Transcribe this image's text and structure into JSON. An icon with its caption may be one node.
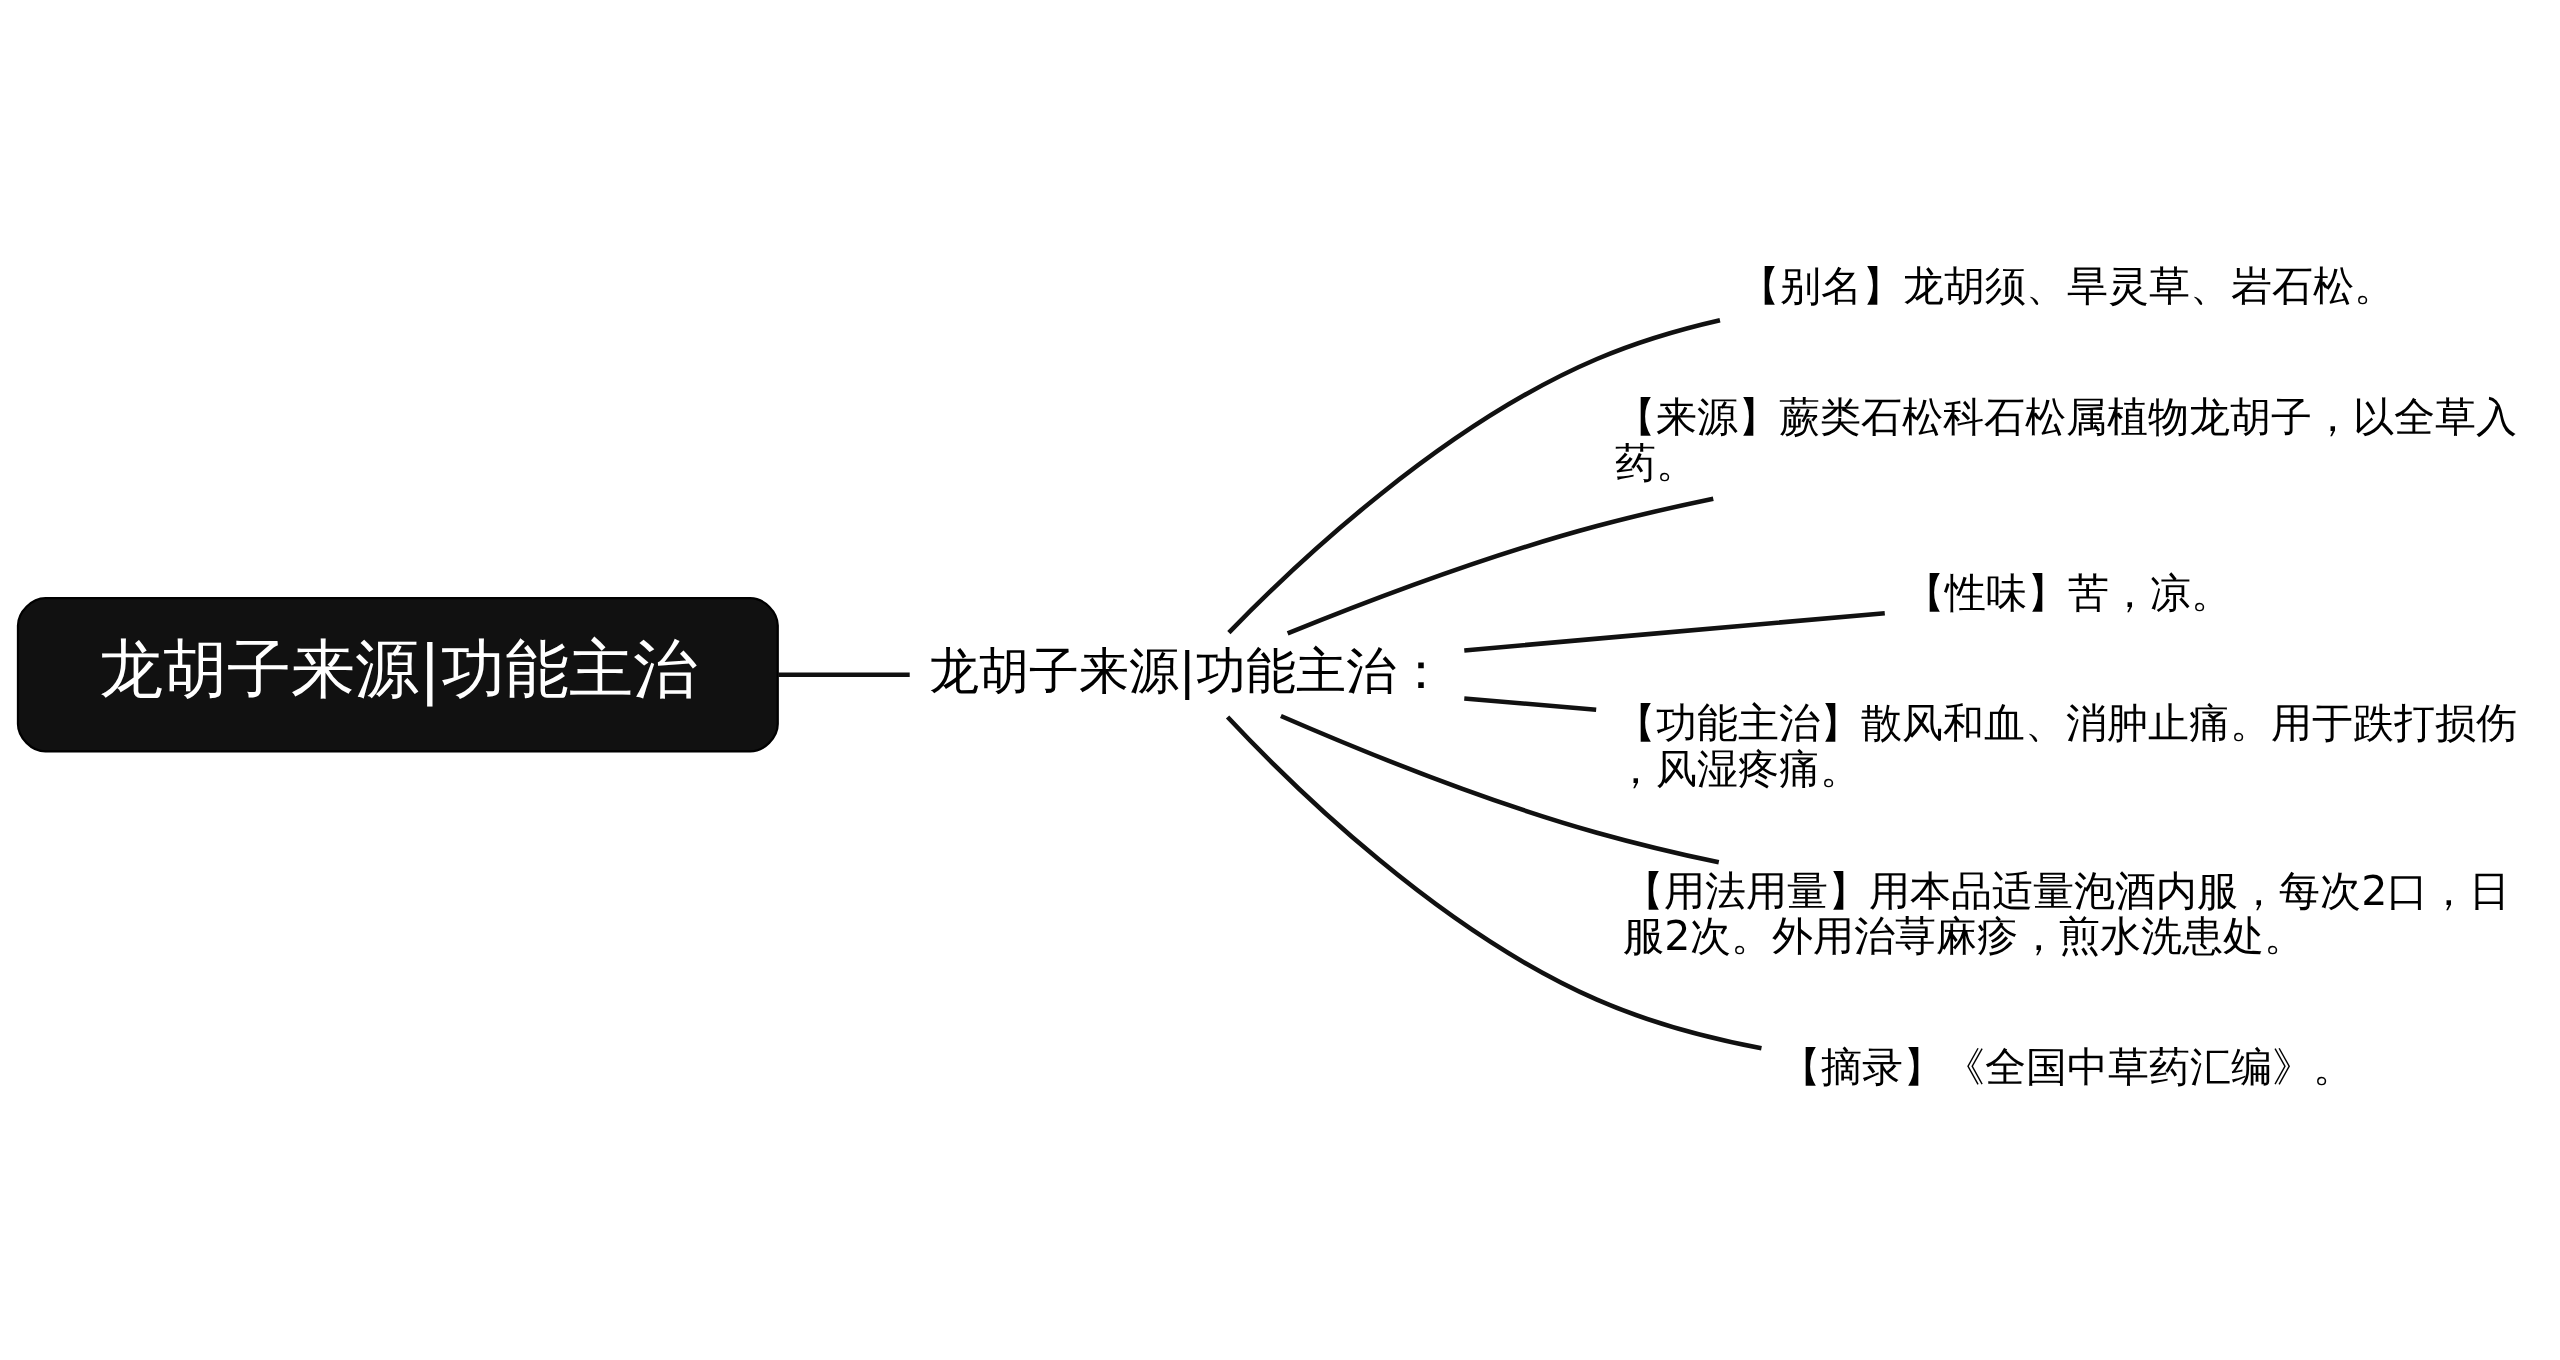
{
  "diagram": {
    "nodes": [
      {
        "text": [
          "龙胡子来源|功能主治"
        ]
      },
      {
        "text": [
          "龙胡子来源|功能主治："
        ]
      },
      {
        "text": [
          "【别名】龙胡须、旱灵草、岩石松。"
        ]
      },
      {
        "text": [
          "【来源】蕨类石松科石松属植物龙胡子，以全草入药。"
        ]
      },
      {
        "text": [
          "【性味】苦，凉。"
        ]
      },
      {
        "text": [
          "【功能主治】散风和血、消肿止痛。用于跌打损伤，风湿疼痛。"
        ]
      },
      {
        "text": [
          "【用法用量】用本品适量泡酒内服，每次2口，日服2次。外用治荨麻疹，煎水洗患处。"
        ]
      },
      {
        "text": [
          "【摘录】《全国中草药汇编》。"
        ]
      }
    ],
    "edges": [
      {
        "from": 0,
        "to": 1,
        "arrow": "none"
      },
      {
        "from": 1,
        "to": 2,
        "arrow": "none"
      },
      {
        "from": 1,
        "to": 3,
        "arrow": "none"
      },
      {
        "from": 1,
        "to": 4,
        "arrow": "none"
      },
      {
        "from": 1,
        "to": 5,
        "arrow": "none"
      },
      {
        "from": 1,
        "to": 6,
        "arrow": "none"
      },
      {
        "from": 1,
        "to": 7,
        "arrow": "none"
      }
    ]
  }
}
